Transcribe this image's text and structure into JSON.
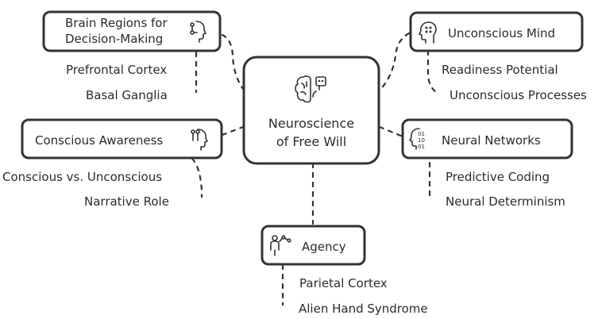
{
  "diagram": {
    "center": {
      "line1": "Neuroscience",
      "line2": "of Free Will",
      "icon": "brain-robot-icon"
    },
    "branches": {
      "brain_regions": {
        "title_line1": "Brain Regions for",
        "title_line2": "Decision-Making",
        "icon": "head-nodes-icon",
        "children": [
          "Prefrontal Cortex",
          "Basal Ganglia"
        ]
      },
      "conscious_awareness": {
        "title": "Conscious Awareness",
        "icon": "head-nodes-icon",
        "children": [
          "Conscious vs. Unconscious",
          "Narrative Role"
        ]
      },
      "unconscious_mind": {
        "title": "Unconscious Mind",
        "icon": "head-dots-icon",
        "children": [
          "Readiness Potential",
          "Unconscious Processes"
        ]
      },
      "neural_networks": {
        "title": "Neural Networks",
        "icon": "head-binary-icon",
        "children": [
          "Predictive Coding",
          "Neural Determinism"
        ]
      },
      "agency": {
        "title": "Agency",
        "icon": "person-network-icon",
        "children": [
          "Parietal Cortex",
          "Alien Hand Syndrome"
        ]
      }
    }
  }
}
